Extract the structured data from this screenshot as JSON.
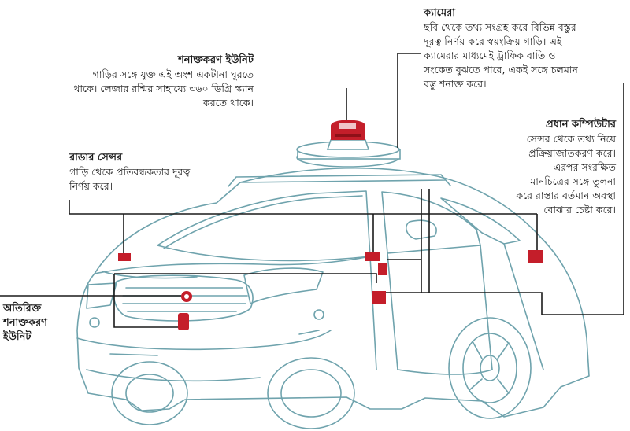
{
  "colors": {
    "car_line": "#6fa3ad",
    "sensor": "#c41e2a",
    "leader": "#1a1a1a"
  },
  "labels": {
    "camera": {
      "title": "ক্যামেরা",
      "lines": [
        "ছবি থেকে তথ্য সংগ্রহ করে বিভিন্ন বস্তুর",
        "দূরত্ব নির্ণয় করে স্বয়ংক্রিয় গাড়ি। এই",
        "ক্যামেরার মাধ্যমেই ট্রাফিক বাতি ও",
        "সংকেত বুঝতে পারে, একই সঙ্গে চলমান",
        "বস্তু শনাক্ত করে।"
      ]
    },
    "detection_unit": {
      "title": "শনাক্তকরণ ইউনিট",
      "lines": [
        "গাড়ির সঙ্গে যুক্ত এই অংশ একটানা ঘুরতে",
        "থাকে। লেজার রশ্মির সাহায্যে ৩৬০ ডিগ্রি স্ক্যান",
        "করতে থাকে।"
      ]
    },
    "main_computer": {
      "title": "প্রধান কম্পিউটার",
      "lines": [
        "সেন্সর থেকে তথ্য নিয়ে",
        "প্রক্রিয়াজাতকরণ করে।",
        "এরপর সংরক্ষিত",
        "মানচিত্রের সঙ্গে তুলনা",
        "করে রাস্তার বর্তমান অবস্থা",
        "বোঝার চেষ্টা করে।"
      ]
    },
    "radar_sensor": {
      "title": "রাডার সেন্সর",
      "lines": [
        "গাড়ি থেকে প্রতিবন্ধকতার দূরত্ব",
        "নির্ণয় করে।"
      ]
    },
    "extra_unit": {
      "lines": [
        "অতিরিক্ত",
        "শনাক্তকরণ",
        "ইউনিট"
      ]
    }
  }
}
